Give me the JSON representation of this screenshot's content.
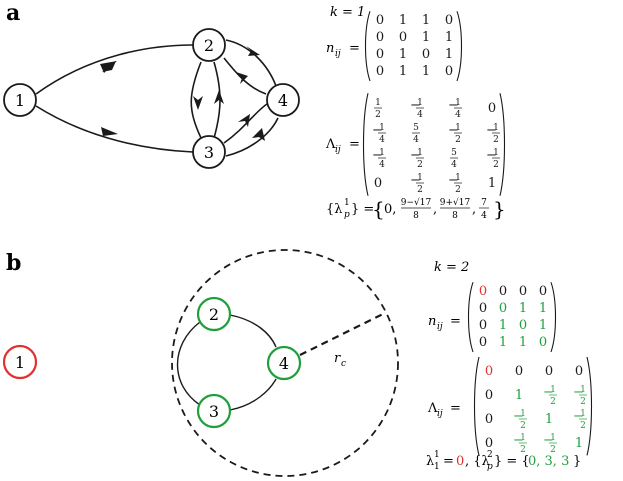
{
  "panel_a": {
    "label": "a",
    "nodes": [
      "1",
      "2",
      "3",
      "4"
    ],
    "k_text": "k = 1",
    "n_symbol": "n",
    "n_sub": "ij",
    "n_matrix": [
      [
        "0",
        "1",
        "1",
        "0"
      ],
      [
        "0",
        "0",
        "1",
        "1"
      ],
      [
        "0",
        "1",
        "0",
        "1"
      ],
      [
        "0",
        "1",
        "1",
        "0"
      ]
    ],
    "lambda_symbol": "Λ",
    "lambda_sub": "ij",
    "lambda_matrix": [
      [
        [
          "1",
          "2"
        ],
        [
          "-",
          "1",
          "4"
        ],
        [
          "-",
          "1",
          "4"
        ],
        "0"
      ],
      [
        [
          "-",
          "1",
          "4"
        ],
        [
          "5",
          "4"
        ],
        [
          "-",
          "1",
          "2"
        ],
        [
          "-",
          "1",
          "2"
        ]
      ],
      [
        [
          "-",
          "1",
          "4"
        ],
        [
          "-",
          "1",
          "2"
        ],
        [
          "5",
          "4"
        ],
        [
          "-",
          "1",
          "2"
        ]
      ],
      [
        "0",
        [
          "-",
          "1",
          "2"
        ],
        [
          "-",
          "1",
          "2"
        ],
        "1"
      ]
    ],
    "eigen_lhs": "{λ",
    "eigen_sup": "1",
    "eigen_sub": "p",
    "eigen_close": "} =",
    "eigen_values": [
      "0",
      "9−√17 / 8",
      "9+√17 / 8",
      "7 / 4"
    ]
  },
  "panel_b": {
    "label": "b",
    "nodes": [
      "1",
      "2",
      "3",
      "4"
    ],
    "radius_label": "r",
    "radius_sub": "c",
    "k_text": "k = 2",
    "n_symbol": "n",
    "n_sub": "ij",
    "n_matrix": [
      [
        "0",
        "0",
        "0",
        "0"
      ],
      [
        "0",
        "0",
        "1",
        "1"
      ],
      [
        "0",
        "1",
        "0",
        "1"
      ],
      [
        "0",
        "1",
        "1",
        "0"
      ]
    ],
    "lambda_symbol": "Λ",
    "lambda_sub": "ij",
    "lambda_matrix": [
      [
        "0",
        "0",
        "0",
        "0"
      ],
      [
        "0",
        "1",
        [
          "-",
          "1",
          "2"
        ],
        [
          "-",
          "1",
          "2"
        ]
      ],
      [
        "0",
        [
          "-",
          "1",
          "2"
        ],
        "1",
        [
          "-",
          "1",
          "2"
        ]
      ],
      [
        "0",
        [
          "-",
          "1",
          "2"
        ],
        [
          "-",
          "1",
          "2"
        ],
        "1"
      ]
    ],
    "eigen_text_1": "λ",
    "eigen_text_1_sup": "1",
    "eigen_text_1_sub": "1",
    "eigen_text_1_value": "0",
    "eigen_text_2_sup": "2",
    "eigen_text_2_sub": "p",
    "eigen_values_2": "0, 3, 3"
  },
  "colors": {
    "ink": "#1a1a1a",
    "red": "#e03030",
    "green": "#1f9e3c"
  }
}
